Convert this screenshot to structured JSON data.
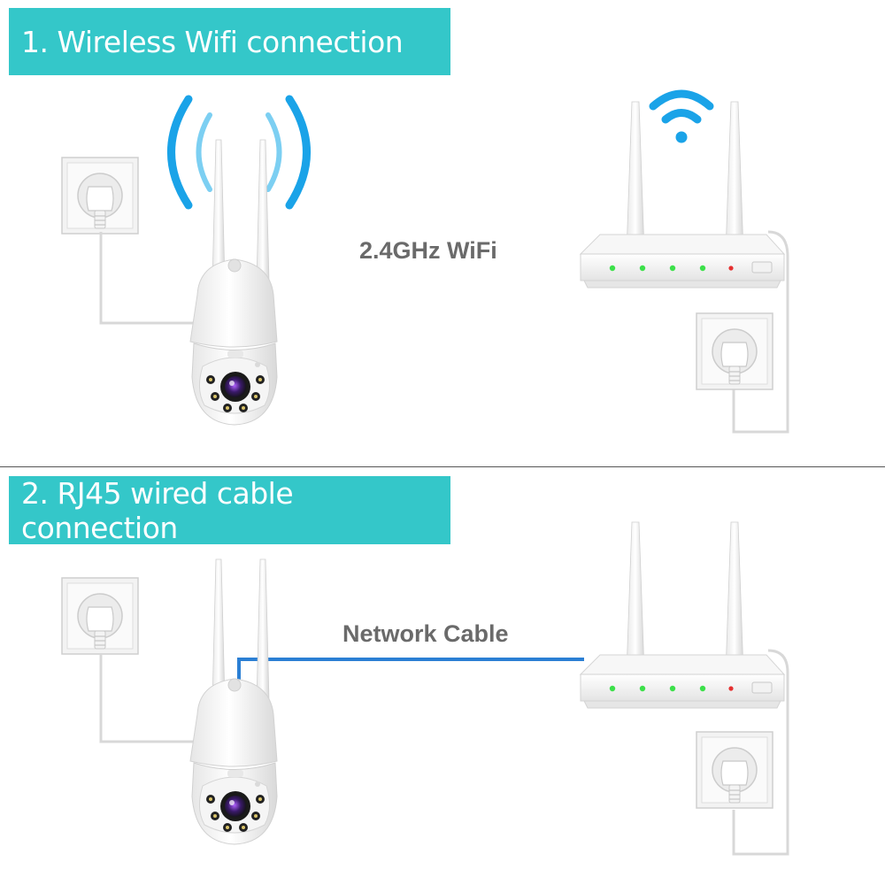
{
  "section1": {
    "title": "1. Wireless Wifi connection",
    "connection_label": "2.4GHz WiFi"
  },
  "section2": {
    "title": "2. RJ45 wired cable connection",
    "connection_label": "Network Cable"
  },
  "colors": {
    "banner": "#34c7c9",
    "signal": "#1aa3e8",
    "cable": "#2b7fd4",
    "led_green": "#3ce04a",
    "led_red": "#e53030"
  },
  "icons": [
    "camera-icon",
    "router-icon",
    "power-socket-icon",
    "wifi-signal-icon",
    "signal-waves-icon"
  ]
}
